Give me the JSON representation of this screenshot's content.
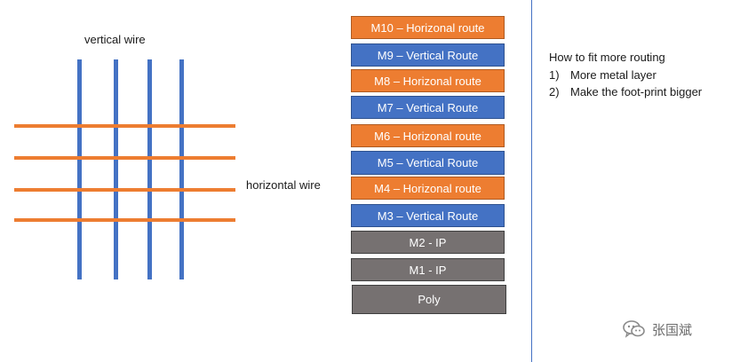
{
  "labels": {
    "vertical_wire": "vertical wire",
    "horizontal_wire": "horizontal wire"
  },
  "layers": [
    {
      "text": "M10 – Horizonal route",
      "color": "#ed7d31"
    },
    {
      "text": "M9 – Vertical Route",
      "color": "#4472c4"
    },
    {
      "text": "M8 – Horizonal route",
      "color": "#ed7d31"
    },
    {
      "text": "M7 – Vertical Route",
      "color": "#4472c4"
    },
    {
      "text": "M6 – Horizonal route",
      "color": "#ed7d31"
    },
    {
      "text": "M5 – Vertical Route",
      "color": "#4472c4"
    },
    {
      "text": "M4 – Horizonal route",
      "color": "#ed7d31"
    },
    {
      "text": "M3 – Vertical Route",
      "color": "#4472c4"
    },
    {
      "text": "M2 - IP",
      "color": "#767171"
    },
    {
      "text": "M1 - IP",
      "color": "#767171"
    },
    {
      "text": "Poly",
      "color": "#767171"
    }
  ],
  "notes": {
    "title": "How to fit more routing",
    "items": [
      {
        "num": "1)",
        "text": "More metal layer"
      },
      {
        "num": "2)",
        "text": "Make the foot-print bigger"
      }
    ]
  },
  "watermark": {
    "icon": "wechat-icon",
    "text": "张国斌"
  },
  "colors": {
    "vertical_wire": "#4472c4",
    "horizontal_wire": "#ed7d31",
    "ip_layer": "#767171"
  }
}
